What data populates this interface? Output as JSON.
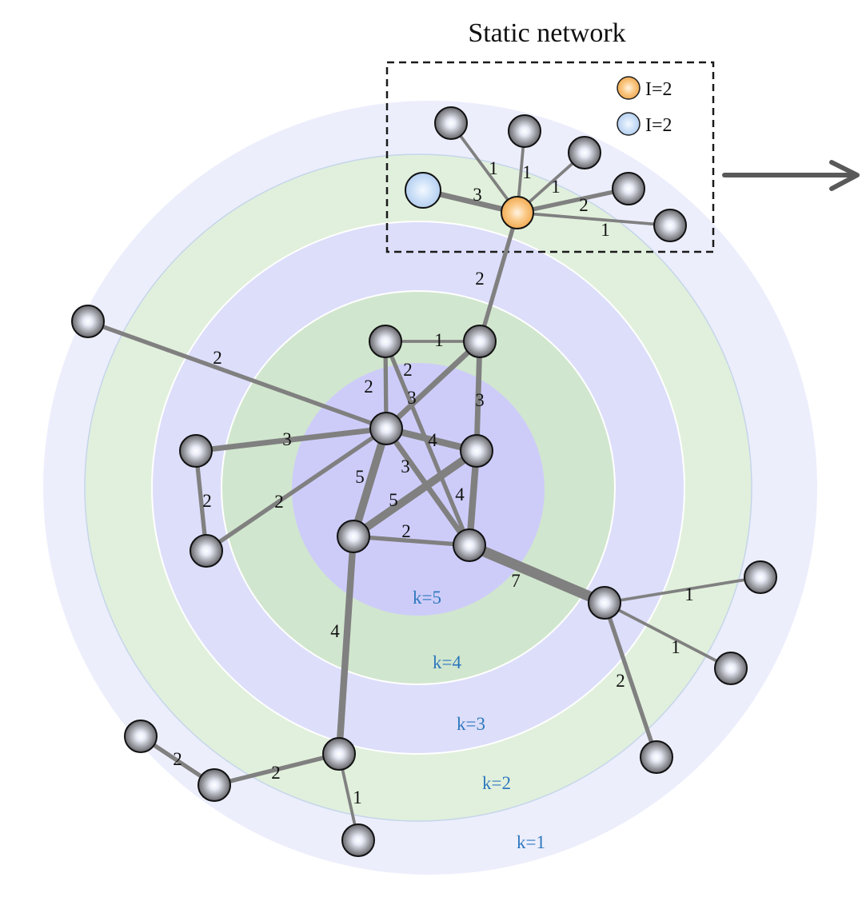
{
  "title": "Static network",
  "legend": [
    {
      "label": "I=2",
      "fill": "#f5b460",
      "stroke": "#9a6a20"
    },
    {
      "label": "I=2",
      "fill": "#c4dcf7",
      "stroke": "#4f6f9a"
    }
  ],
  "colors": {
    "ring_blue": "#eceefc",
    "ring_green": "#e1f0dc",
    "ring_blue_mid": "#dcdefa",
    "ring_green_inner": "#d1e6ce",
    "ring_core": "#cdccf9",
    "shell_label": "#2e78bf",
    "edge": "#808080",
    "node_fill_outer": "#616266",
    "node_highlight": "#ffffff"
  },
  "shells": [
    {
      "label": "k=1"
    },
    {
      "label": "k=2"
    },
    {
      "label": "k=3"
    },
    {
      "label": "k=4"
    },
    {
      "label": "k=5"
    }
  ],
  "nodes": [
    {
      "id": "a1",
      "type": "gray"
    },
    {
      "id": "a2",
      "type": "gray"
    },
    {
      "id": "a3",
      "type": "gray"
    },
    {
      "id": "a4",
      "type": "gray"
    },
    {
      "id": "a5",
      "type": "gray"
    },
    {
      "id": "blue",
      "type": "blue"
    },
    {
      "id": "orange",
      "type": "orange"
    },
    {
      "id": "n_tr",
      "type": "gray"
    },
    {
      "id": "n_tl",
      "type": "gray"
    },
    {
      "id": "far_l",
      "type": "gray"
    },
    {
      "id": "hub",
      "type": "gray"
    },
    {
      "id": "n_r",
      "type": "gray"
    },
    {
      "id": "left1",
      "type": "gray"
    },
    {
      "id": "left2",
      "type": "gray"
    },
    {
      "id": "n_bl",
      "type": "gray"
    },
    {
      "id": "n_br",
      "type": "gray"
    },
    {
      "id": "rb",
      "type": "gray"
    },
    {
      "id": "r_a",
      "type": "gray"
    },
    {
      "id": "r_b",
      "type": "gray"
    },
    {
      "id": "r_c",
      "type": "gray"
    },
    {
      "id": "bot",
      "type": "gray"
    },
    {
      "id": "b_a",
      "type": "gray"
    },
    {
      "id": "b_b",
      "type": "gray"
    },
    {
      "id": "b_c",
      "type": "gray"
    }
  ],
  "edges": [
    {
      "from": "a1",
      "to": "orange",
      "weight": 1
    },
    {
      "from": "a2",
      "to": "orange",
      "weight": 1
    },
    {
      "from": "a3",
      "to": "orange",
      "weight": 1
    },
    {
      "from": "a4",
      "to": "orange",
      "weight": 2
    },
    {
      "from": "a5",
      "to": "orange",
      "weight": 1
    },
    {
      "from": "blue",
      "to": "orange",
      "weight": 3
    },
    {
      "from": "orange",
      "to": "n_tr",
      "weight": 2
    },
    {
      "from": "n_tl",
      "to": "n_tr",
      "weight": 1
    },
    {
      "from": "far_l",
      "to": "hub",
      "weight": 2
    },
    {
      "from": "n_tl",
      "to": "hub",
      "weight": 2
    },
    {
      "from": "n_tl",
      "to": "n_br",
      "weight": 2
    },
    {
      "from": "n_tr",
      "to": "hub",
      "weight": 3
    },
    {
      "from": "n_tr",
      "to": "n_r",
      "weight": 3
    },
    {
      "from": "hub",
      "to": "left1",
      "weight": 3
    },
    {
      "from": "hub",
      "to": "n_r",
      "weight": 4
    },
    {
      "from": "hub",
      "to": "n_br",
      "weight": 3
    },
    {
      "from": "hub",
      "to": "n_bl",
      "weight": 5
    },
    {
      "from": "hub",
      "to": "left2",
      "weight": 2
    },
    {
      "from": "left1",
      "to": "left2",
      "weight": 2
    },
    {
      "from": "n_r",
      "to": "n_bl",
      "weight": 5
    },
    {
      "from": "n_r",
      "to": "n_br",
      "weight": 4
    },
    {
      "from": "n_bl",
      "to": "n_br",
      "weight": 2
    },
    {
      "from": "n_br",
      "to": "rb",
      "weight": 7
    },
    {
      "from": "rb",
      "to": "r_a",
      "weight": 1
    },
    {
      "from": "rb",
      "to": "r_b",
      "weight": 1
    },
    {
      "from": "rb",
      "to": "r_c",
      "weight": 2
    },
    {
      "from": "n_bl",
      "to": "bot",
      "weight": 4
    },
    {
      "from": "bot",
      "to": "b_b",
      "weight": 2
    },
    {
      "from": "b_a",
      "to": "b_b",
      "weight": 2
    },
    {
      "from": "bot",
      "to": "b_c",
      "weight": 1
    }
  ]
}
